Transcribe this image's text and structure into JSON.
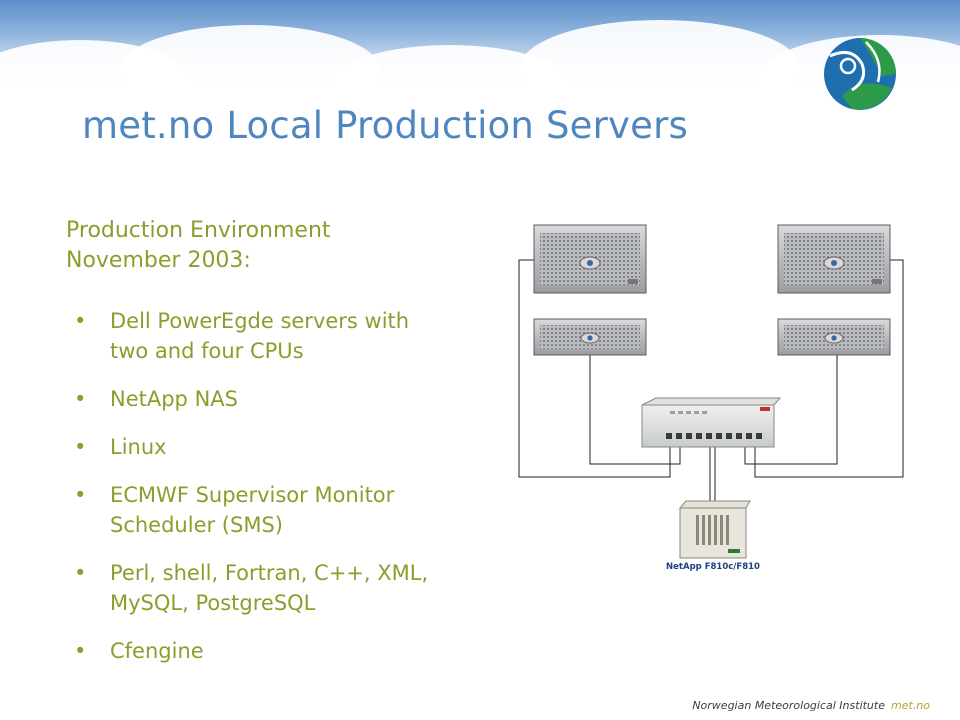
{
  "slide": {
    "title": "met.no Local Production Servers",
    "intro_line1": "Production Environment",
    "intro_line2": "November 2003:",
    "bullets": [
      {
        "line1": "Dell PowerEgde servers with",
        "line2": "two and four CPUs"
      },
      {
        "line1": "NetApp NAS",
        "line2": ""
      },
      {
        "line1": "Linux",
        "line2": ""
      },
      {
        "line1": "ECMWF Supervisor Monitor",
        "line2": "Scheduler (SMS)"
      },
      {
        "line1": "Perl, shell, Fortran, C++, XML,",
        "line2": "MySQL, PostgreSQL"
      },
      {
        "line1": "Cfengine",
        "line2": ""
      }
    ],
    "bullet_glyph": "•"
  },
  "diagram": {
    "servers": [
      "server-4u-left",
      "server-2u-left",
      "server-4u-right",
      "server-2u-right"
    ],
    "switch_name": "network-switch",
    "nas_label": "NetApp F810c/F810"
  },
  "footer": {
    "institute": "Norwegian Meteorological Institute",
    "brand": "met.no"
  },
  "colors": {
    "title": "#4f86bf",
    "body_text": "#8f9c2c",
    "footer_brand": "#b8a02a"
  }
}
